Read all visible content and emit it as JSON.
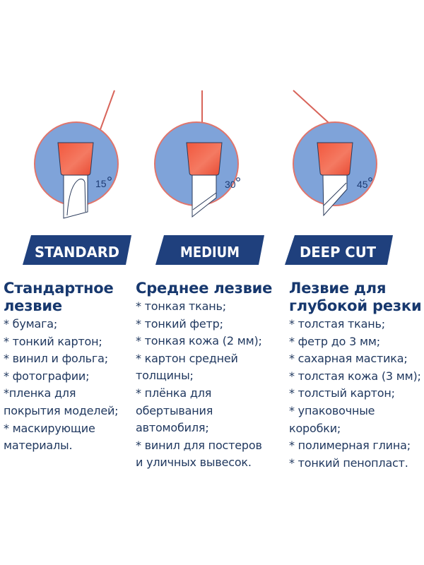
{
  "colors": {
    "circle_fill": "#7FA3D9",
    "circle_border": "#E0756C",
    "holder_fill": "#F05A40",
    "banner_fill": "#1F407D",
    "text_navy": "#1D3A6B"
  },
  "blades": [
    {
      "banner": "STANDARD",
      "angle": "15",
      "degree_symbol": "°",
      "title": "Стандартное лезвие",
      "title_lines": [
        "Стандартное",
        "лезвие"
      ],
      "items": [
        "* бумага;",
        "* тонкий картон;",
        "* винил и фольга;",
        "* фотографии;",
        "*пленка для",
        "покрытия моделей;",
        "* маскирующие",
        "материалы."
      ]
    },
    {
      "banner": "MEDIUM",
      "angle": "30",
      "degree_symbol": "°",
      "title": "Среднее лезвие",
      "title_lines": [
        "Среднее лезвие"
      ],
      "items": [
        "* тонкая ткань;",
        "* тонкий фетр;",
        "* тонкая кожа (2 мм);",
        "* картон средней",
        "толщины;",
        "* плёнка для",
        "обертывания",
        "автомобиля;",
        "* винил для постеров",
        "и уличных вывесок."
      ]
    },
    {
      "banner": "DEEP CUT",
      "angle": "45",
      "degree_symbol": "°",
      "title": "Лезвие для глубокой резки",
      "title_lines": [
        "Лезвие для",
        "глубокой резки"
      ],
      "items": [
        "* толстая ткань;",
        "* фетр до 3 мм;",
        "* сахарная мастика;",
        "* толстая кожа (3 мм);",
        "* толстый картон;",
        "* упаковочные",
        "коробки;",
        "* полимерная глина;",
        "* тонкий пенопласт."
      ]
    }
  ]
}
